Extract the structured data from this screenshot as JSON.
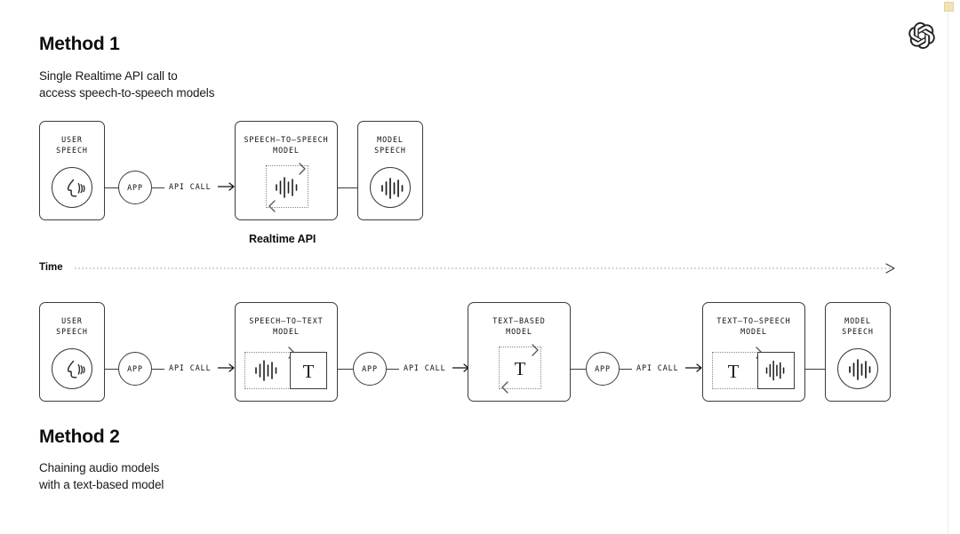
{
  "page": {
    "background": "#ffffff",
    "ink": "#0d0d0d",
    "logo_name": "openai-logo"
  },
  "method1": {
    "title": "Method 1",
    "subtitle": "Single Realtime API call to\naccess speech-to-speech models",
    "caption": "Realtime API",
    "nodes": [
      {
        "id": "user-speech",
        "label": "USER\nSPEECH",
        "icon": "speaking-head-icon"
      },
      {
        "id": "app",
        "label": "APP"
      },
      {
        "id": "api-call",
        "label": "API CALL",
        "icon": "arrow-right-icon"
      },
      {
        "id": "speech-to-speech",
        "label": "SPEECH–TO–SPEECH\nMODEL",
        "icon": "waveform-loop-icon"
      },
      {
        "id": "model-speech",
        "label": "MODEL\nSPEECH",
        "icon": "waveform-icon"
      }
    ]
  },
  "timeline": {
    "label": "Time",
    "axis_style": "dotted-arrow-right"
  },
  "method2": {
    "title": "Method 2",
    "subtitle": "Chaining audio models\nwith a text-based model",
    "nodes": [
      {
        "id": "user-speech",
        "label": "USER\nSPEECH",
        "icon": "speaking-head-icon"
      },
      {
        "id": "app-1",
        "label": "APP"
      },
      {
        "id": "api-call-1",
        "label": "API CALL",
        "icon": "arrow-right-icon"
      },
      {
        "id": "speech-to-text",
        "label": "SPEECH–TO–TEXT\nMODEL",
        "icon": "waveform-to-text-icon"
      },
      {
        "id": "app-2",
        "label": "APP"
      },
      {
        "id": "api-call-2",
        "label": "API CALL",
        "icon": "arrow-right-icon"
      },
      {
        "id": "text-based",
        "label": "TEXT–BASED\nMODEL",
        "icon": "text-loop-icon"
      },
      {
        "id": "app-3",
        "label": "APP"
      },
      {
        "id": "api-call-3",
        "label": "API CALL",
        "icon": "arrow-right-icon"
      },
      {
        "id": "text-to-speech",
        "label": "TEXT–TO–SPEECH\nMODEL",
        "icon": "text-to-waveform-icon"
      },
      {
        "id": "model-speech",
        "label": "MODEL\nSPEECH",
        "icon": "waveform-icon"
      }
    ]
  },
  "glyphs": {
    "text_mark": "T"
  }
}
